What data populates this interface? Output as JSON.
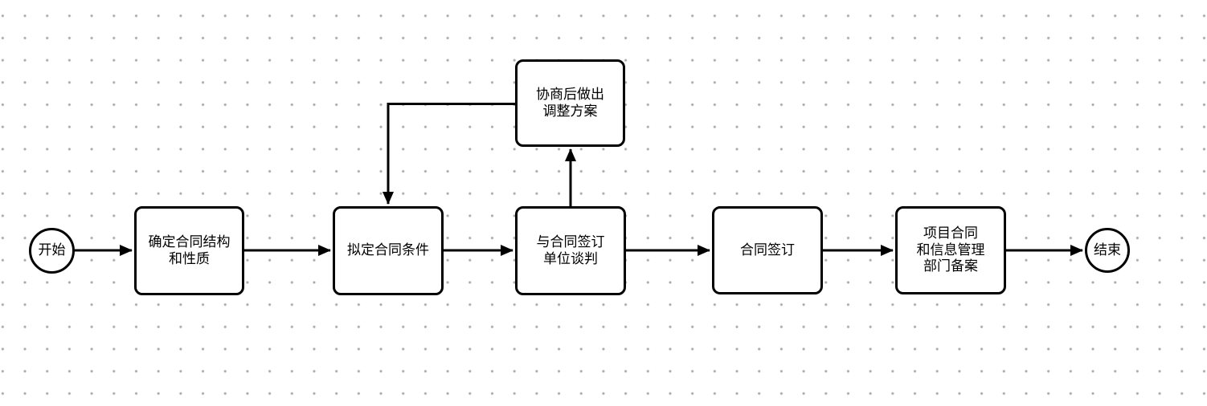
{
  "diagram": {
    "colors": {
      "stroke": "#000000",
      "node_fill": "#ffffff",
      "canvas": "#ffffff",
      "grid_dot": "#a9a9a9"
    },
    "nodes": [
      {
        "id": "start",
        "shape": "circle",
        "label": "开始"
      },
      {
        "id": "determine-contract-structure",
        "shape": "rect",
        "label": "确定合同结构\n和性质"
      },
      {
        "id": "draft-contract-terms",
        "shape": "rect",
        "label": "拟定合同条件"
      },
      {
        "id": "negotiate-with-signing-unit",
        "shape": "rect",
        "label": "与合同签订\n单位谈判"
      },
      {
        "id": "adjustment-plan-after-negotiation",
        "shape": "rect",
        "label": "协商后做出\n调整方案"
      },
      {
        "id": "contract-signing",
        "shape": "rect",
        "label": "合同签订"
      },
      {
        "id": "filing-with-contract-info-departments",
        "shape": "rect",
        "label": "项目合同\n和信息管理\n部门备案"
      },
      {
        "id": "end",
        "shape": "circle",
        "label": "结束"
      }
    ],
    "edges": [
      {
        "from": "start",
        "to": "determine-contract-structure"
      },
      {
        "from": "determine-contract-structure",
        "to": "draft-contract-terms"
      },
      {
        "from": "draft-contract-terms",
        "to": "negotiate-with-signing-unit"
      },
      {
        "from": "negotiate-with-signing-unit",
        "to": "adjustment-plan-after-negotiation"
      },
      {
        "from": "adjustment-plan-after-negotiation",
        "to": "draft-contract-terms"
      },
      {
        "from": "negotiate-with-signing-unit",
        "to": "contract-signing"
      },
      {
        "from": "contract-signing",
        "to": "filing-with-contract-info-departments"
      },
      {
        "from": "filing-with-contract-info-departments",
        "to": "end"
      }
    ]
  }
}
